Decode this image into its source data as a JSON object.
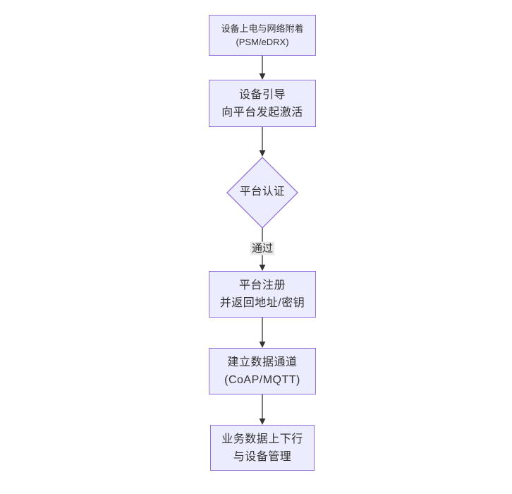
{
  "colors": {
    "node-fill": "#ECECFF",
    "node-border": "#9370DB",
    "text": "#333333",
    "edge": "#333333",
    "edge-label-bg": "#e8e8e8",
    "canvas-bg": "#ffffff"
  },
  "flowchart": {
    "type": "flowchart",
    "direction": "top-down",
    "nodes": [
      {
        "id": "start",
        "shape": "rect",
        "lines": [
          "设备上电与网络附着",
          "(PSM/eDRX)"
        ]
      },
      {
        "id": "bootstrap",
        "shape": "rect",
        "lines": [
          "设备引导",
          "向平台发起激活"
        ]
      },
      {
        "id": "auth",
        "shape": "diamond",
        "lines": [
          "平台认证"
        ]
      },
      {
        "id": "register",
        "shape": "rect",
        "lines": [
          "平台注册",
          "并返回地址/密钥"
        ]
      },
      {
        "id": "channel",
        "shape": "rect",
        "lines": [
          "建立数据通道",
          "(CoAP/MQTT)"
        ]
      },
      {
        "id": "business",
        "shape": "rect",
        "lines": [
          "业务数据上下行",
          "与设备管理"
        ]
      }
    ],
    "edges": [
      {
        "from": "start",
        "to": "bootstrap",
        "label": ""
      },
      {
        "from": "bootstrap",
        "to": "auth",
        "label": ""
      },
      {
        "from": "auth",
        "to": "register",
        "label": "通过"
      },
      {
        "from": "register",
        "to": "channel",
        "label": ""
      },
      {
        "from": "channel",
        "to": "business",
        "label": ""
      }
    ]
  }
}
